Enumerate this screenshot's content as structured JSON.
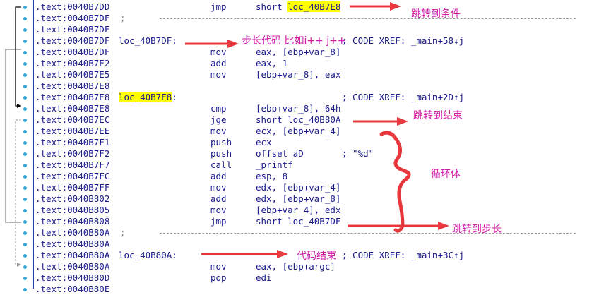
{
  "rows": [
    {
      "addr": ".text:0040B7DD",
      "label": "",
      "mnem": "jmp",
      "oper": "short loc_40B7E8",
      "comment": ""
    },
    {
      "addr": ".text:0040B7DF",
      "label": "",
      "mnem": "",
      "oper": "",
      "comment": "",
      "separator": true
    },
    {
      "addr": ".text:0040B7DF",
      "label": "",
      "mnem": "",
      "oper": "",
      "comment": ""
    },
    {
      "addr": ".text:0040B7DF",
      "label": "loc_40B7DF:",
      "mnem": "",
      "oper": "",
      "comment": "; CODE XREF: _main+58↓j"
    },
    {
      "addr": ".text:0040B7DF",
      "label": "",
      "mnem": "mov",
      "oper": "eax, [ebp+var_8]",
      "comment": ""
    },
    {
      "addr": ".text:0040B7E2",
      "label": "",
      "mnem": "add",
      "oper": "eax, 1",
      "comment": ""
    },
    {
      "addr": ".text:0040B7E5",
      "label": "",
      "mnem": "mov",
      "oper": "[ebp+var_8], eax",
      "comment": ""
    },
    {
      "addr": ".text:0040B7E8",
      "label": "",
      "mnem": "",
      "oper": "",
      "comment": ""
    },
    {
      "addr": ".text:0040B7E8",
      "label": "loc_40B7E8:",
      "mnem": "",
      "oper": "",
      "comment": "; CODE XREF: _main+2D↑j"
    },
    {
      "addr": ".text:0040B7E8",
      "label": "",
      "mnem": "cmp",
      "oper": "[ebp+var_8], 64h",
      "comment": ""
    },
    {
      "addr": ".text:0040B7EC",
      "label": "",
      "mnem": "jge",
      "oper": "short loc_40B80A",
      "comment": ""
    },
    {
      "addr": ".text:0040B7EE",
      "label": "",
      "mnem": "mov",
      "oper": "ecx, [ebp+var_4]",
      "comment": ""
    },
    {
      "addr": ".text:0040B7F1",
      "label": "",
      "mnem": "push",
      "oper": "ecx",
      "comment": ""
    },
    {
      "addr": ".text:0040B7F2",
      "label": "",
      "mnem": "push",
      "oper": "offset aD",
      "comment": "; \"%d\""
    },
    {
      "addr": ".text:0040B7F7",
      "label": "",
      "mnem": "call",
      "oper": "_printf",
      "comment": ""
    },
    {
      "addr": ".text:0040B7FC",
      "label": "",
      "mnem": "add",
      "oper": "esp, 8",
      "comment": ""
    },
    {
      "addr": ".text:0040B7FF",
      "label": "",
      "mnem": "mov",
      "oper": "edx, [ebp+var_4]",
      "comment": ""
    },
    {
      "addr": ".text:0040B802",
      "label": "",
      "mnem": "add",
      "oper": "edx, [ebp+var_8]",
      "comment": ""
    },
    {
      "addr": ".text:0040B805",
      "label": "",
      "mnem": "mov",
      "oper": "[ebp+var_4], edx",
      "comment": ""
    },
    {
      "addr": ".text:0040B808",
      "label": "",
      "mnem": "jmp",
      "oper": "short loc_40B7DF",
      "comment": ""
    },
    {
      "addr": ".text:0040B80A",
      "label": "",
      "mnem": "",
      "oper": "",
      "comment": "",
      "separator": true
    },
    {
      "addr": ".text:0040B80A",
      "label": "",
      "mnem": "",
      "oper": "",
      "comment": ""
    },
    {
      "addr": ".text:0040B80A",
      "label": "loc_40B80A:",
      "mnem": "",
      "oper": "",
      "comment": "; CODE XREF: _main+3C↑j"
    },
    {
      "addr": ".text:0040B80A",
      "label": "",
      "mnem": "mov",
      "oper": "eax, [ebp+argc]",
      "comment": ""
    },
    {
      "addr": ".text:0040B80D",
      "label": "",
      "mnem": "pop",
      "oper": "edi",
      "comment": ""
    },
    {
      "addr": ".text:0040B80E",
      "label": "",
      "mnem": "",
      "oper": "",
      "comment": ""
    }
  ],
  "annotations": {
    "jump_to_condition": "跳转到条件",
    "step_code": "步长代码 比如i++ j++",
    "jump_to_end": "跳转到结束",
    "loop_body": "循环体",
    "jump_to_step": "跳转到步长",
    "code_end": "代码结束"
  },
  "colors": {
    "text": "#1a1a8c",
    "highlight": "#ffff00",
    "annotation": "#d01aa8",
    "arrow": "#e8383d",
    "gutter_dot": "#31a7dd"
  }
}
